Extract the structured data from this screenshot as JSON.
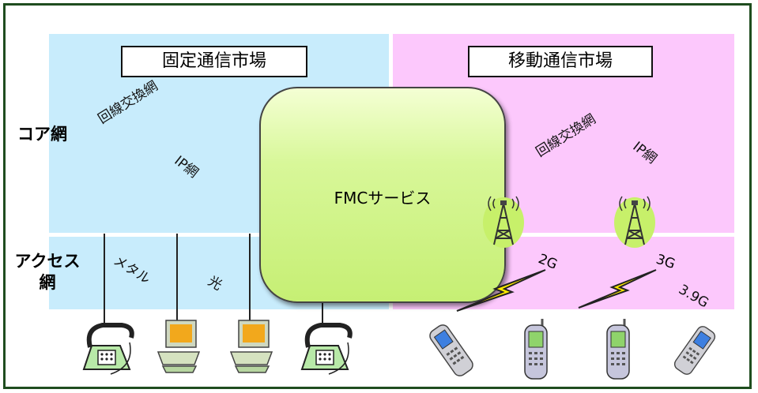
{
  "fixed_market": {
    "title": "固定通信市場",
    "circuit_label": "回線交換網",
    "ip_label": "IP網",
    "metal_label": "メタル",
    "optical_label": "光"
  },
  "mobile_market": {
    "title": "移動通信市場",
    "circuit_label": "回線交換網",
    "ip_label": "IP網",
    "gen_2g": "2G",
    "gen_3g": "3G",
    "gen_39g": "3.9G"
  },
  "layers": {
    "core": "コア網",
    "access_line1": "アクセス",
    "access_line2": "網"
  },
  "fmc_label": "FMCサービス",
  "colors": {
    "fixed_bg": "#c8ecfc",
    "mobile_bg": "#fcc8fc",
    "fmc_fill": "#c6ef74",
    "frame": "#1f4d1f",
    "bolt": "#ffea00"
  },
  "icons": [
    "telephone-icon",
    "computer-icon",
    "computer-icon",
    "telephone-icon",
    "flip-phone-icon",
    "mobile-phone-icon",
    "mobile-phone-icon",
    "flip-phone-icon",
    "antenna-tower-icon",
    "antenna-tower-icon",
    "lightning-bolt-icon",
    "lightning-bolt-icon"
  ]
}
